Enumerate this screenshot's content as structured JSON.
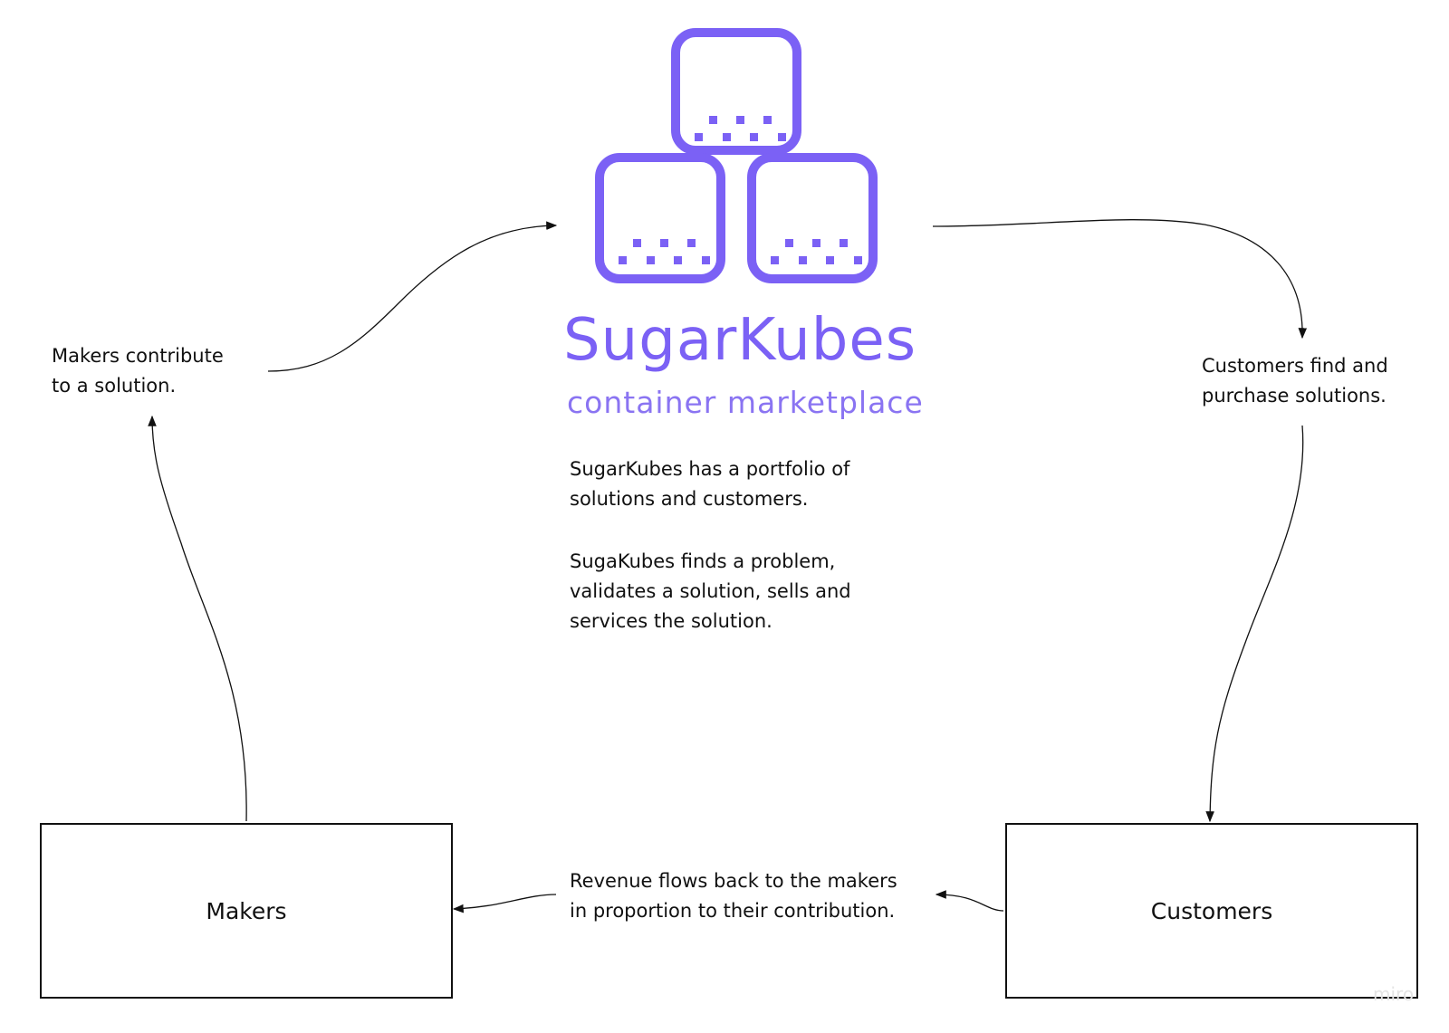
{
  "brand": {
    "name": "SugarKubes",
    "tagline": "container marketplace",
    "color": "#7b61f5"
  },
  "intro": {
    "paragraph_1": "SugarKubes has a portfolio of\nsolutions and customers.",
    "paragraph_2": "SugaKubes finds a problem,\nvalidates a solution, sells and\nservices the solution."
  },
  "notes": {
    "makers_contribute": "Makers contribute\nto a solution.",
    "customers_find": "Customers find and\npurchase solutions.",
    "revenue_flows": "Revenue flows back to the makers\nin proportion to their contribution."
  },
  "nodes": {
    "makers": "Makers",
    "customers": "Customers"
  },
  "watermark": "miro",
  "colors": {
    "line": "#111111",
    "logo": "#7b61f5"
  }
}
